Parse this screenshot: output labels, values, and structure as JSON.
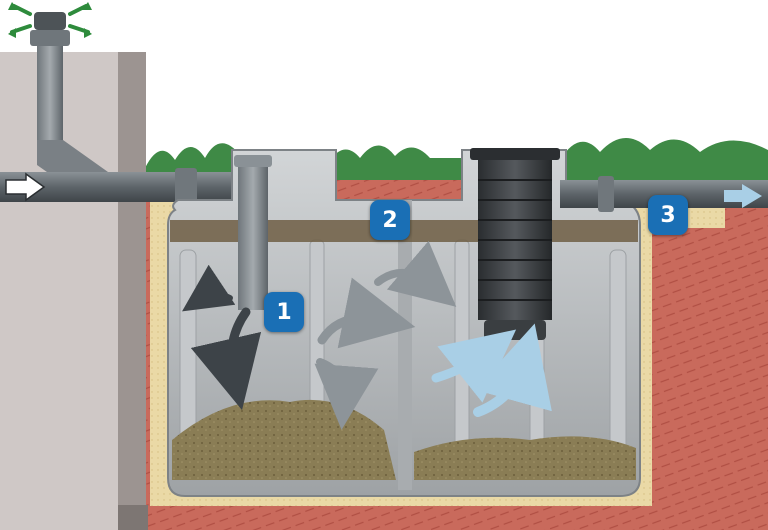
{
  "colors": {
    "badge": "#1a6fb5",
    "tank": "#b9bcbf",
    "soil": "#c96a5c",
    "sand": "#ead9a6",
    "grass": "#3f8a46",
    "pipe": "#5d6469",
    "sludge": "#8a7d55",
    "vent_arrows": "#2e8b3c",
    "flow_dark": "#3d4348",
    "flow_grey": "#8d9499",
    "flow_light": "#a9cfe6"
  },
  "icons": {
    "vent": "vent-cap-icon",
    "inflow": "inflow-arrow-icon",
    "outflow": "outflow-arrow-icon"
  },
  "badges": [
    {
      "label": "1"
    },
    {
      "label": "2"
    },
    {
      "label": "3"
    }
  ]
}
